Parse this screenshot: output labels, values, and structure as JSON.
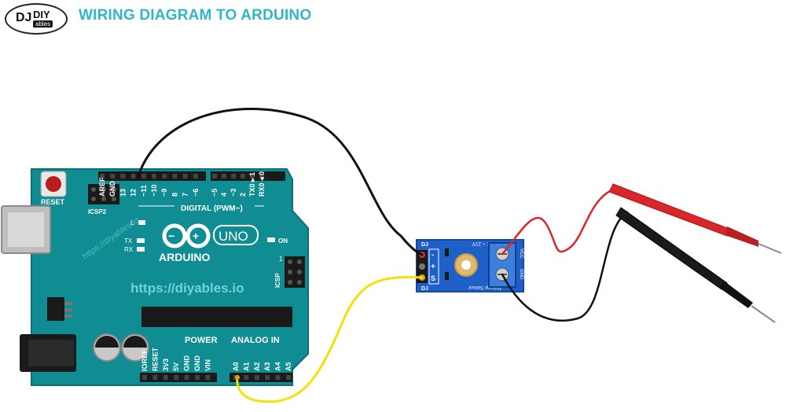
{
  "header": {
    "logo_mark": "DJ",
    "logo_text": "DIY",
    "logo_sub": "ables",
    "title": "WIRING DIAGRAM TO ARDUINO"
  },
  "arduino": {
    "reset": "RESET",
    "icsp2": "ICSP2",
    "icsp": "ICSP",
    "digital": "DIGITAL (PWM~)",
    "digital_pins": [
      "AREF",
      "GND",
      "13",
      "12",
      "~11",
      "~10",
      "~9",
      "8",
      "7",
      "~6",
      "~5",
      "4",
      "~3",
      "2",
      "TX0 ▸ 1",
      "RX0 ◂ 0"
    ],
    "led_l": "L",
    "led_tx": "TX",
    "led_rx": "RX",
    "on": "ON",
    "brand": "ARDUINO",
    "model": "UNO",
    "watermark": "https://diyables.io",
    "watermark_small": "https://diyables.io",
    "power": "POWER",
    "analog": "ANALOG IN",
    "power_pins": [
      "IOREF",
      "RESET",
      "3V3",
      "5V",
      "GND",
      "GND",
      "VIN"
    ],
    "analog_pins": [
      "A0",
      "A1",
      "A2",
      "A3",
      "A4",
      "A5"
    ],
    "icsp_num": "1"
  },
  "sensor": {
    "vcc_label": "VCC < 25V",
    "pin_minus": "-",
    "pin_plus": "+",
    "pin_s": "S",
    "term_vcc": "VCC",
    "term_gnd": "GND",
    "name": "Voltage Sensor"
  },
  "colors": {
    "board": "#0f8d93",
    "board_light": "#16a3a8",
    "sensor": "#1e5fc8",
    "title": "#2fb6c8",
    "wire_black": "#111111",
    "wire_red": "#d9262b",
    "wire_yellow": "#f2e20c"
  }
}
